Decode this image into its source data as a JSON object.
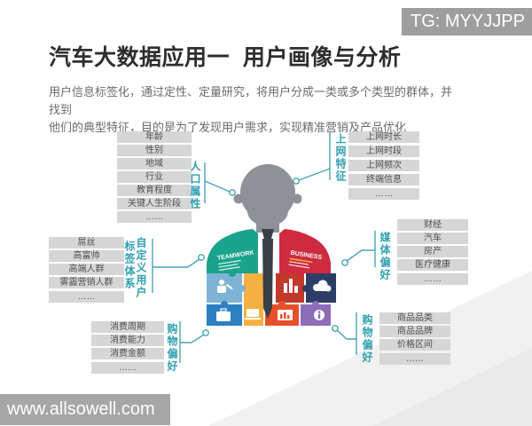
{
  "badge": {
    "text": "TG: MYYJJPP"
  },
  "header": {
    "title": "汽车大数据应用一  用户画像与分析",
    "description_line1": "用户信息标签化，通过定性、定量研究，将用户分成一类或多个类型的群体，并找到",
    "description_line2": "他们的典型特征，目的是为了发现用户需求，实现精准营销及产品优化"
  },
  "groups": {
    "demographics": {
      "label": "人口属性",
      "items": [
        "年龄",
        "性别",
        "地域",
        "行业",
        "教育程度",
        "关键人生阶段",
        "……"
      ]
    },
    "online": {
      "label": "上网特征",
      "items": [
        "上网时长",
        "上网时段",
        "上网频次",
        "终端信息",
        "……"
      ]
    },
    "custom": {
      "label_line1": "自定义用户",
      "label_line2": "标签体系",
      "items": [
        "屌丝",
        "高富帅",
        "高端人群",
        "雾霾营销人群",
        "……"
      ]
    },
    "media": {
      "label": "媒体偏好",
      "items": [
        "财经",
        "汽车",
        "房产",
        "医疗健康",
        "……"
      ]
    },
    "consumption": {
      "label": "购物偏好",
      "items": [
        "消费周期",
        "消费能力",
        "消费金额",
        "……"
      ]
    },
    "shopping": {
      "label": "购物偏好",
      "items": [
        "商品品类",
        "商品品牌",
        "价格区间",
        "……"
      ]
    }
  },
  "figure": {
    "left_shoulder_text": "TEAMWORK",
    "right_shoulder_text": "BUSINESS"
  },
  "footer": {
    "watermark": "www.allsowell.com"
  },
  "colors": {
    "accent_teal": "#2f9fb0",
    "connector_teal": "#49a4b5",
    "tag_box_gray": "#d6d6d6",
    "teamwork_teal": "#1aa38d",
    "business_red": "#cf2a3f",
    "light_blue": "#7fb3d5",
    "blue": "#2d7fc1",
    "yellow": "#f5b041",
    "dark_red": "#c0392b",
    "orange_red": "#e8502a",
    "navy": "#2c3e66",
    "purple": "#8d6cb8",
    "head_gray": "#8e9298",
    "badge_bg": "#9e9e9e",
    "footer_bg": "#a6a6a6"
  }
}
